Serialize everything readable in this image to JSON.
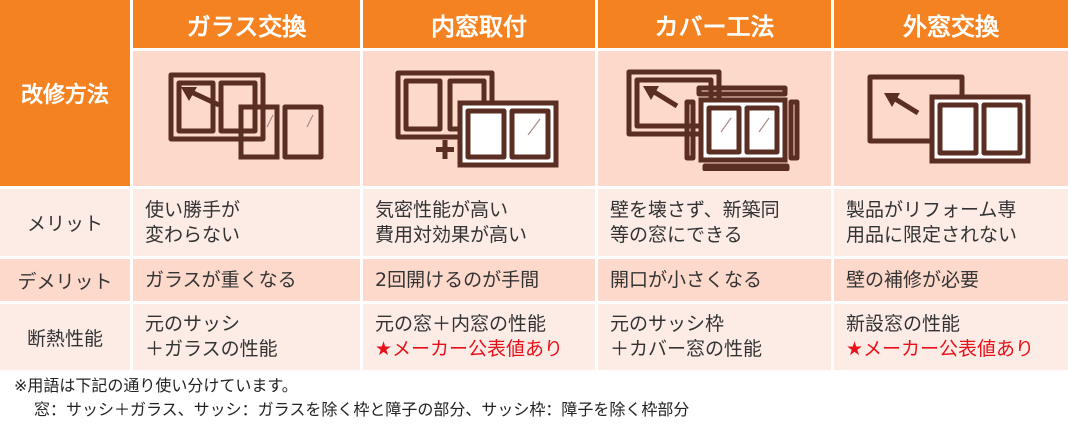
{
  "corner_label": "改修方法",
  "columns": [
    {
      "title": "ガラス交換",
      "icon": "glass-replacement-illustration"
    },
    {
      "title": "内窓取付",
      "icon": "inner-window-illustration"
    },
    {
      "title": "カバー工法",
      "icon": "cover-method-illustration"
    },
    {
      "title": "外窓交換",
      "icon": "outer-window-replacement-illustration"
    }
  ],
  "rows": {
    "merit": {
      "label": "メリット",
      "cells": [
        [
          "使い勝手が",
          "変わらない"
        ],
        [
          "気密性能が高い",
          "費用対効果が高い"
        ],
        [
          "壁を壊さず、新築同",
          "等の窓にできる"
        ],
        [
          "製品がリフォーム専",
          "用品に限定されない"
        ]
      ]
    },
    "demerit": {
      "label": "デメリット",
      "cells": [
        "ガラスが重くなる",
        "2回開けるのが手間",
        "開口が小さくなる",
        "壁の補修が必要"
      ]
    },
    "insulation": {
      "label": "断熱性能",
      "cells": [
        {
          "line1": "元のサッシ",
          "line2": "＋ガラスの性能",
          "line2_red": false
        },
        {
          "line1": "元の窓＋内窓の性能",
          "line2": "★メーカー公表値あり",
          "line2_red": true
        },
        {
          "line1": "元のサッシ枠",
          "line2": "＋カバー窓の性能",
          "line2_red": false
        },
        {
          "line1": "新設窓の性能",
          "line2": "★メーカー公表値あり",
          "line2_red": true
        }
      ]
    }
  },
  "footnote": {
    "line1": "※用語は下記の通り使い分けています。",
    "line2": "窓：サッシ＋ガラス、サッシ：ガラスを除く枠と障子の部分、サッシ枠：障子を除く枠部分"
  },
  "colors": {
    "header_orange": "#f58220",
    "image_row_bg": "#fdd9cc",
    "light_row_bg": "#fdece6",
    "demerit_row_bg": "#fdd9cc",
    "accent_red": "#e8111a",
    "ink_brown": "#5a2e22"
  }
}
